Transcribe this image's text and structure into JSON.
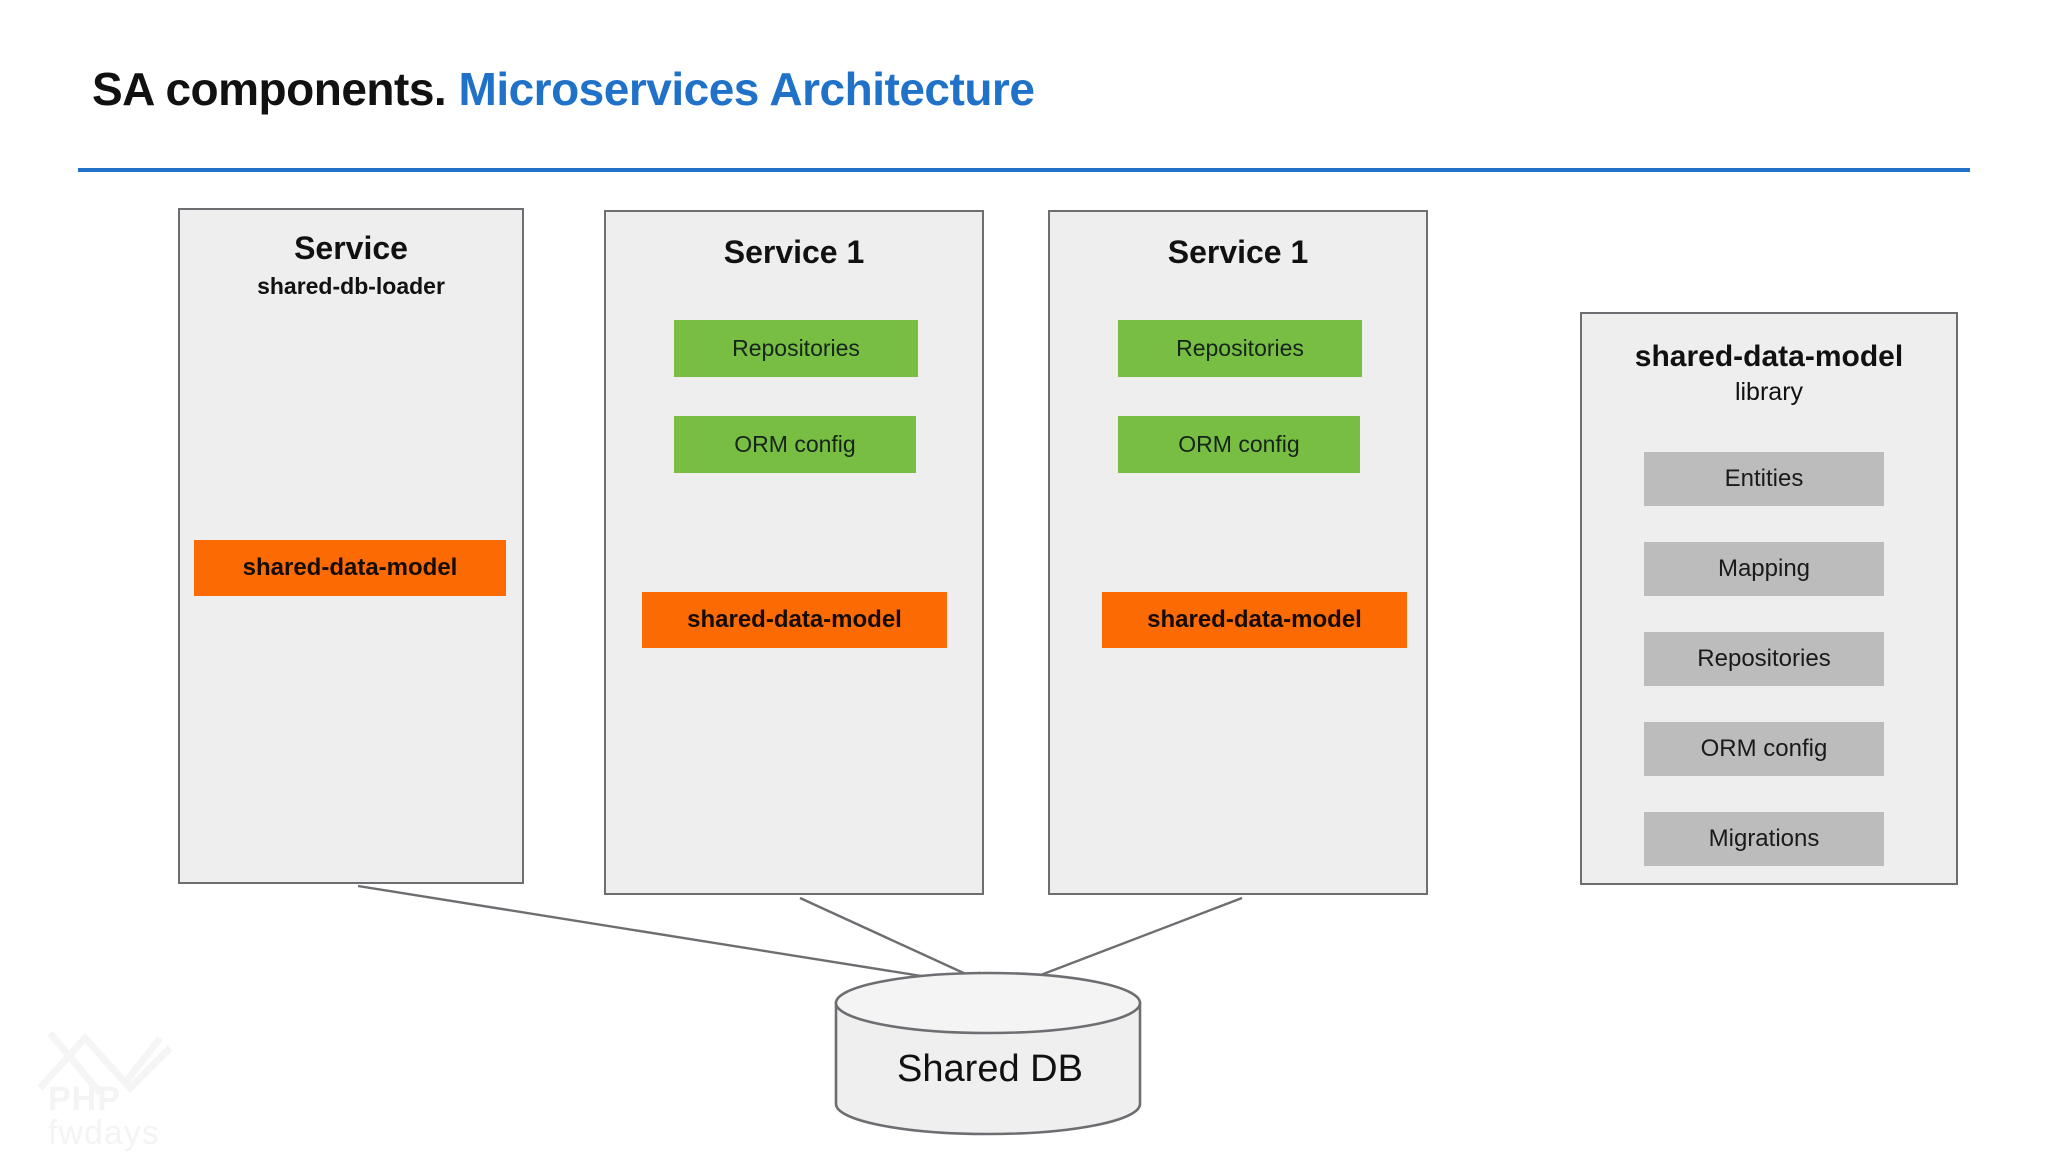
{
  "title": {
    "lead": "SA components.",
    "highlight": "Microservices Architecture",
    "accent_color": "#1F72C8"
  },
  "colors": {
    "panel_fill": "#EEEEEE",
    "panel_border": "#6E6E72",
    "green": "#78BE42",
    "orange": "#FC6A03",
    "gray": "#BCBCBC",
    "accent": "#1F72C8"
  },
  "services": [
    {
      "title": "Service",
      "subtitle": "shared-db-loader",
      "green_items": [],
      "orange_item": "shared-data-model"
    },
    {
      "title": "Service  1",
      "subtitle": "",
      "green_items": [
        "Repositories",
        "ORM config"
      ],
      "orange_item": "shared-data-model"
    },
    {
      "title": "Service  1",
      "subtitle": "",
      "green_items": [
        "Repositories",
        "ORM config"
      ],
      "orange_item": "shared-data-model"
    }
  ],
  "library": {
    "title": "shared-data-model",
    "subtitle": "library",
    "items": [
      "Entities",
      "Mapping",
      "Repositories",
      "ORM config",
      "Migrations"
    ]
  },
  "database": {
    "label": "Shared DB"
  },
  "watermark": {
    "line1": "PHP",
    "line2": "fwdays"
  }
}
